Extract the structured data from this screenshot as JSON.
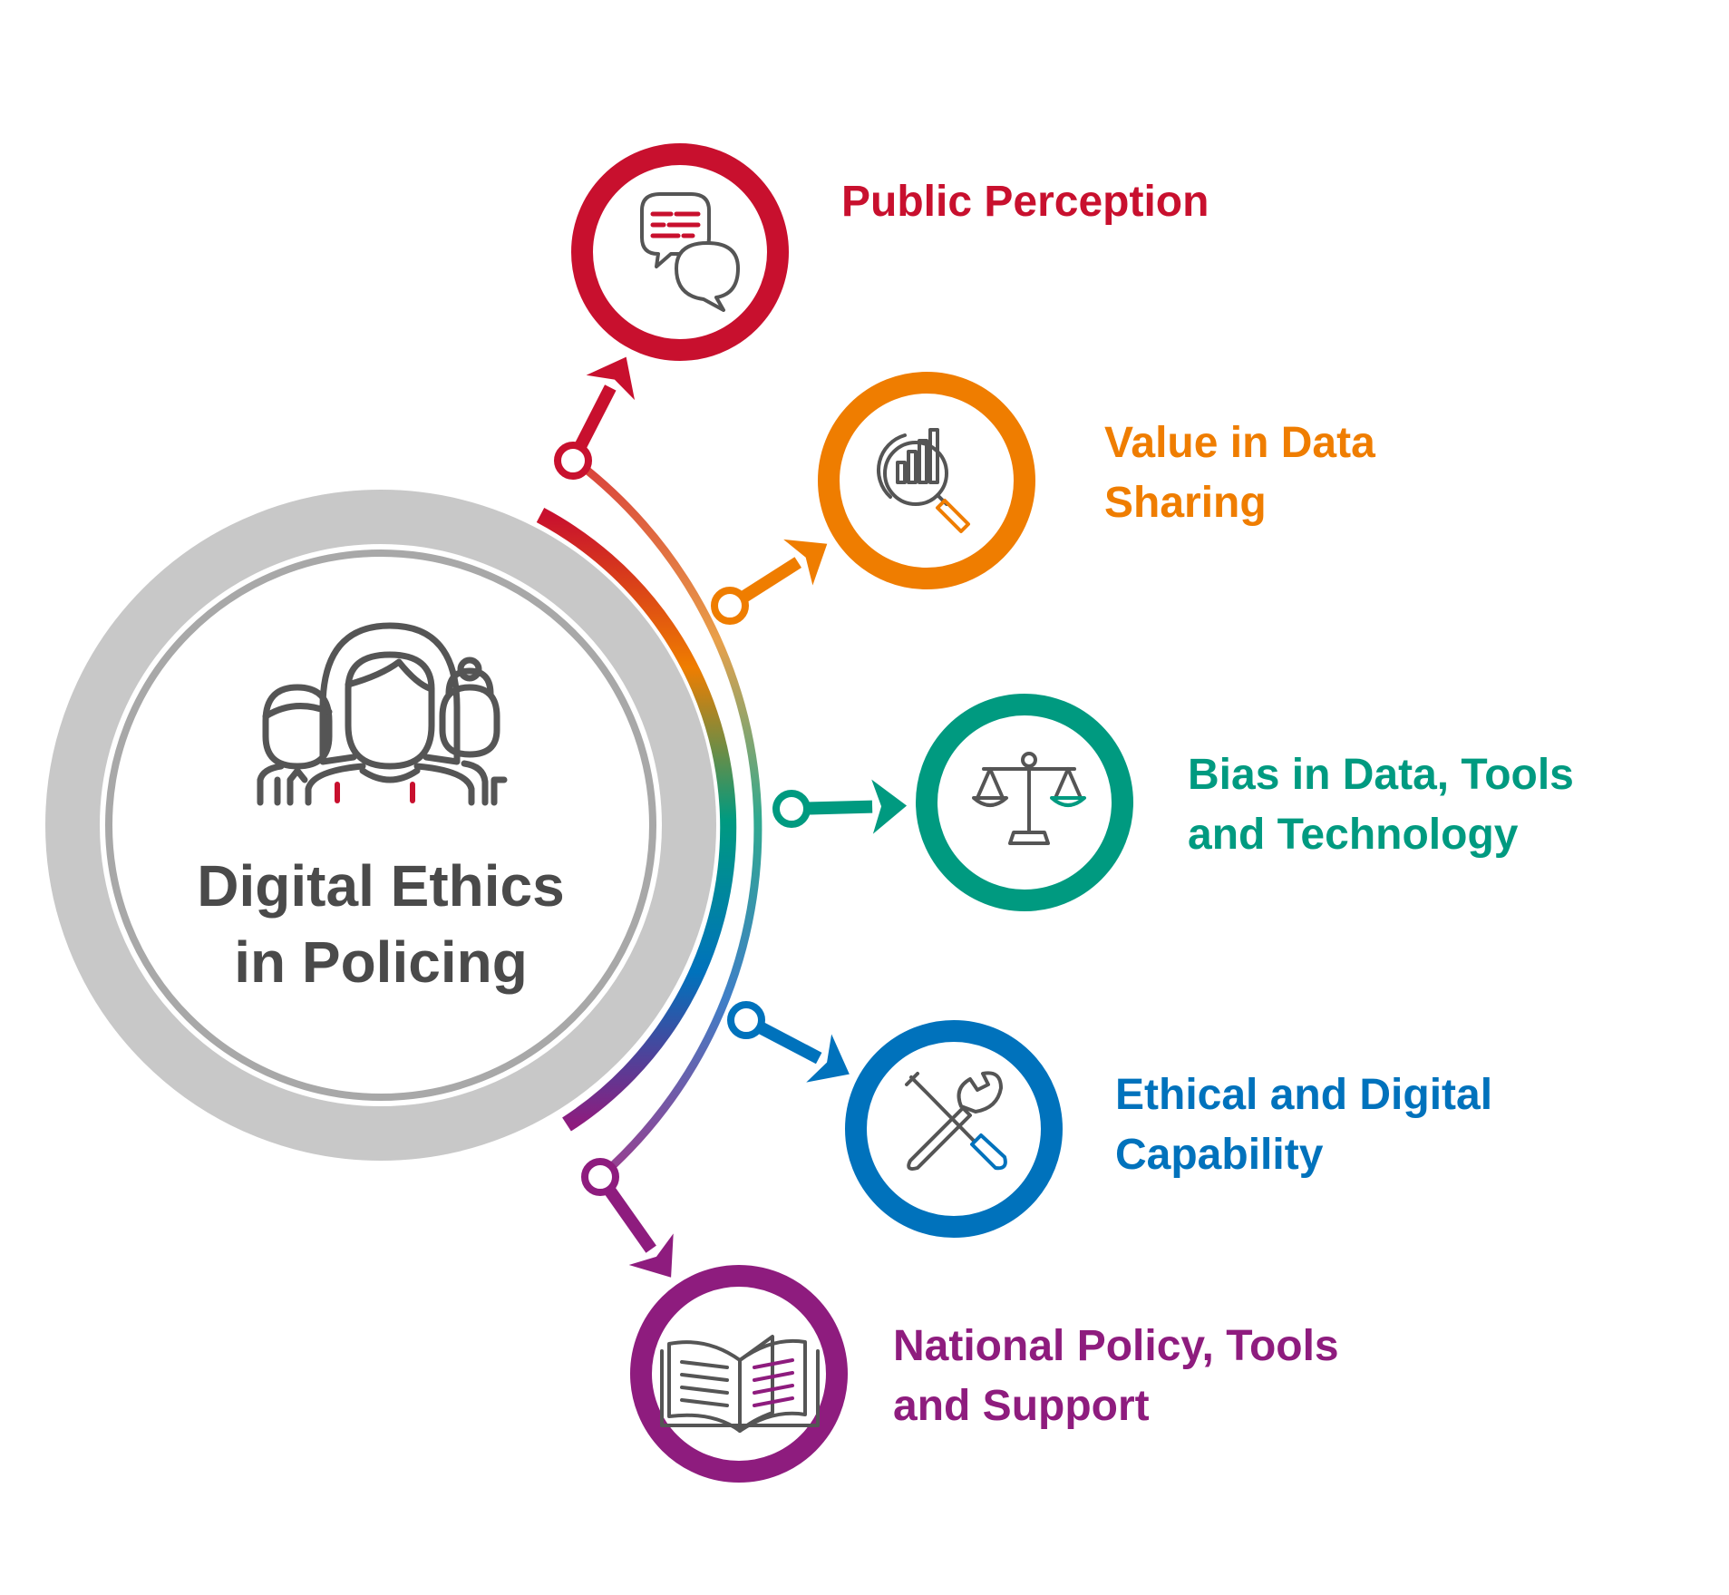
{
  "center": {
    "title_line1": "Digital Ethics",
    "title_line2": "in Policing",
    "icon": "people-group-icon",
    "ring_color": "#c8c8c8",
    "inner_ring_color": "#a8a8a8",
    "text_color": "#4a4a4a"
  },
  "topics": [
    {
      "line1": "Public Perception",
      "line2": "",
      "color": "#c8102e",
      "icon": "speech-bubbles-icon"
    },
    {
      "line1": "Value in Data",
      "line2": "Sharing",
      "color": "#ef7d00",
      "icon": "data-analysis-icon"
    },
    {
      "line1": "Bias in Data, Tools",
      "line2": "and Technology",
      "color": "#009a80",
      "icon": "balance-scale-icon"
    },
    {
      "line1": "Ethical and Digital",
      "line2": "Capability",
      "color": "#0072bc",
      "icon": "tools-icon"
    },
    {
      "line1": "National Policy, Tools",
      "line2": "and Support",
      "color": "#8e1c7e",
      "icon": "open-book-icon"
    }
  ]
}
